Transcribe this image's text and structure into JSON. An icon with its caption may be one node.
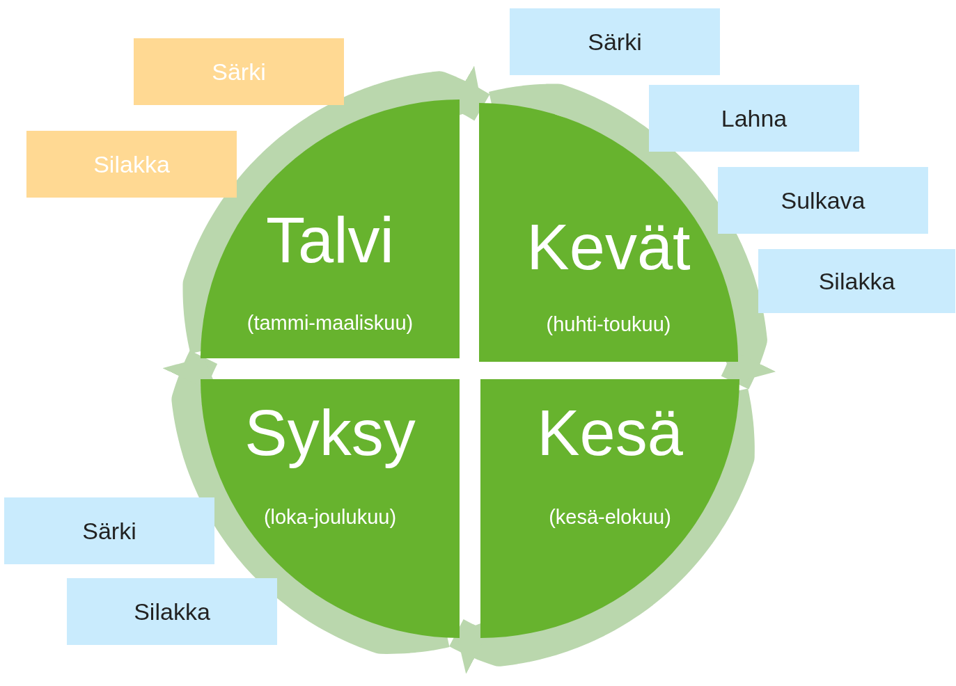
{
  "diagram": {
    "nodes": [
      {
        "text": [
          "Talvi",
          "(tammi-maaliskuu)"
        ]
      },
      {
        "text": [
          "Kevät",
          "(huhti-toukuu)"
        ]
      },
      {
        "text": [
          "Syksy",
          "(loka-joulukuu)"
        ]
      },
      {
        "text": [
          "Kesä",
          "(kesä-elokuu)"
        ]
      },
      {
        "text": [
          "Särki"
        ]
      },
      {
        "text": [
          "Silakka"
        ]
      },
      {
        "text": [
          "Särki"
        ]
      },
      {
        "text": [
          "Lahna"
        ]
      },
      {
        "text": [
          "Sulkava"
        ]
      },
      {
        "text": [
          "Silakka"
        ]
      },
      {
        "text": [
          "Särki"
        ]
      },
      {
        "text": [
          "Silakka"
        ]
      }
    ],
    "edges": [
      {
        "from": 0,
        "to": 1,
        "arrow": "to"
      },
      {
        "from": 1,
        "to": 3,
        "arrow": "to"
      },
      {
        "from": 3,
        "to": 2,
        "arrow": "to"
      },
      {
        "from": 2,
        "to": 0,
        "arrow": "to"
      }
    ]
  }
}
